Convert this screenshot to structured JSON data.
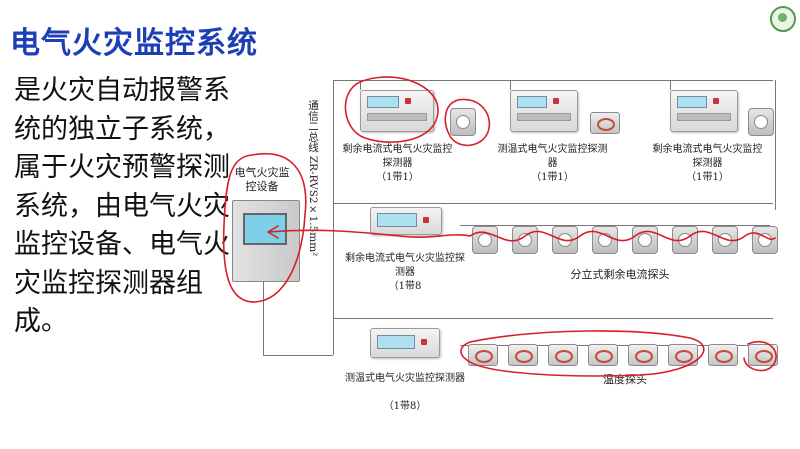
{
  "slide": {
    "title": "电气火灾监控系统",
    "description": "是火灾自动报警系统的独立子系统，属于火灾预警探测系统，由电气火灾监控设备、电气火灾监控探测器组成。"
  },
  "diagram": {
    "monitor_label": "电气火灾监控设备",
    "bus_label": "通信二总线 ZR-RVS2×1.5mm²",
    "detectors": {
      "residual_1": {
        "name": "剩余电流式电气火灾监控探测器",
        "note": "（1带1）"
      },
      "temp_1": {
        "name": "测温式电气火灾监控探测器",
        "note": "（1带1）"
      },
      "residual_2": {
        "name": "剩余电流式电气火灾监控探测器",
        "note": "（1带1）"
      },
      "residual_8": {
        "name": "剩余电流式电气火灾监控探测器",
        "note": "（1带8"
      },
      "temp_8": {
        "name": "测温式电气火灾监控探测器",
        "note": "（1带8）"
      }
    },
    "probes": {
      "split_residual_label": "分立式剩余电流探头",
      "temp_label": "温度探头"
    }
  },
  "colors": {
    "title": "#1c3fb5",
    "annotation": "#d81e28"
  }
}
